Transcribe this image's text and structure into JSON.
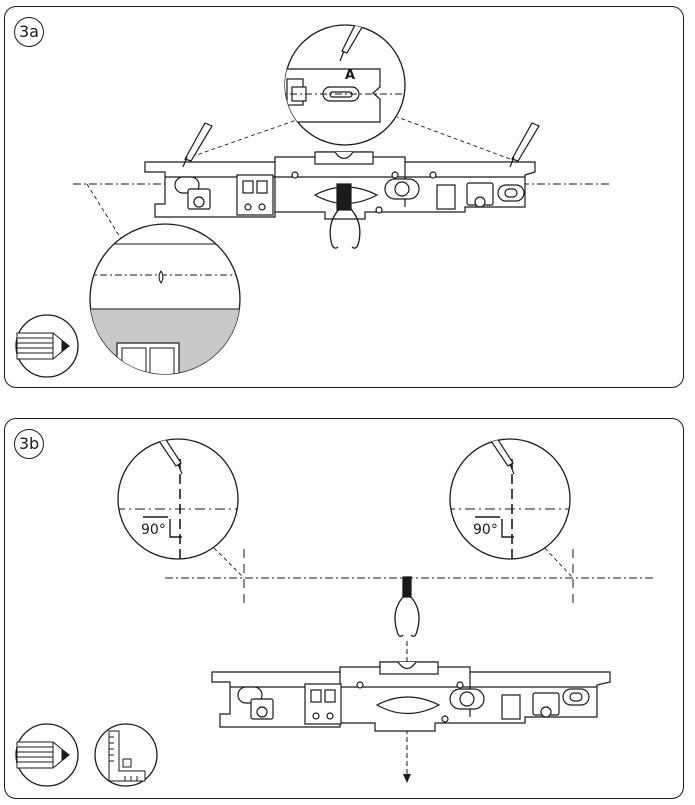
{
  "steps": [
    {
      "label": "3a",
      "detail_mark": "A"
    },
    {
      "label": "3b",
      "angle_left": "90°",
      "angle_right": "90°"
    }
  ],
  "icons": {
    "step_a": [
      "pencil-icon"
    ],
    "step_b": [
      "pencil-icon",
      "square-ruler-icon"
    ]
  }
}
